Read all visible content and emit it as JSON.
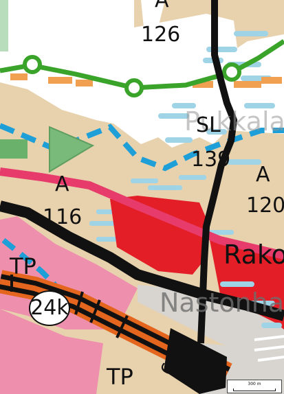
{
  "labels": {
    "a_126": {
      "code": "A",
      "number": "126"
    },
    "sl_139": {
      "code": "SL",
      "number": "139"
    },
    "a_116": {
      "code": "A",
      "number": "116"
    },
    "a_120": {
      "code": "A",
      "number": "120"
    },
    "tp_top": "TP",
    "tp_bottom": "TP",
    "badge_24k": "24k",
    "place_pukkala": "Pukkala",
    "road_rako": "Rako",
    "road_nastonha": "Nastonha",
    "rail_digit": "6"
  },
  "scale": {
    "text": "300 m"
  },
  "colors": {
    "residential": "#e8d2ad",
    "recreation": "#ffffff",
    "industrial": "#e31e26",
    "commercial": "#ee8fae",
    "traffic": "#d8d4cf",
    "green_route": "#3aa32a",
    "cycle_route": "#1e9fd8",
    "tram_line": "#e63b6b",
    "main_road": "#111111",
    "rail_orange": "#e4661e",
    "hatch": "#9fd3e6",
    "dash_orange": "#f0a050"
  }
}
